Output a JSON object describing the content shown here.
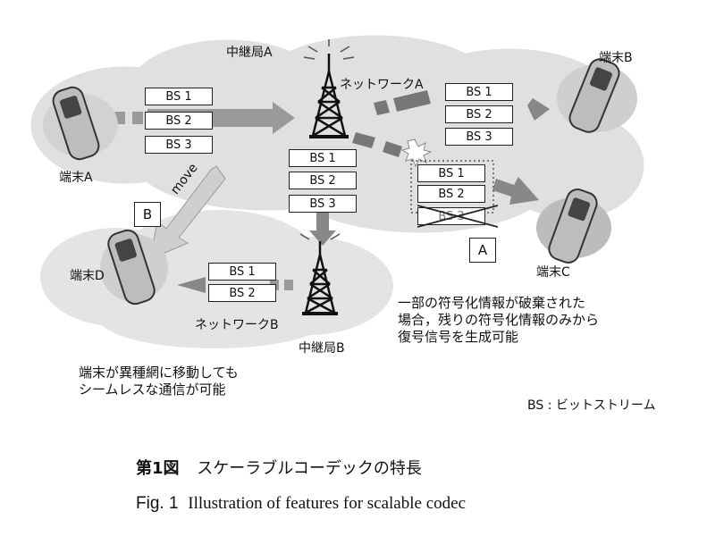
{
  "relay": {
    "a": "中継局A",
    "b": "中継局B"
  },
  "networks": {
    "a": "ネットワークA",
    "b": "ネットワークB"
  },
  "terminals": {
    "a": "端末A",
    "b": "端末B",
    "c": "端末C",
    "d": "端末D"
  },
  "bitstreams": {
    "from_a": [
      "BS 1",
      "BS 2",
      "BS 3"
    ],
    "to_b": [
      "BS 1",
      "BS 2",
      "BS 3"
    ],
    "down_to_relay_b": [
      "BS 1",
      "BS 2",
      "BS 3"
    ],
    "to_c": [
      "BS 1",
      "BS 2",
      "BS 3"
    ],
    "to_d": [
      "BS 1",
      "BS 2"
    ]
  },
  "markers": {
    "a": "A",
    "b": "B"
  },
  "move_label": "move",
  "note_a": [
    "一部の符号化情報が破棄された",
    "場合，残りの符号化情報のみから",
    "復号信号を生成可能"
  ],
  "note_b": [
    "端末が異種網に移動しても",
    "シームレスな通信が可能"
  ],
  "legend": "BS : ビットストリーム",
  "caption_ja": {
    "number": "第1図",
    "text": "スケーラブルコーデックの特長"
  },
  "caption_en": {
    "number": "Fig. 1",
    "text": "Illustration of features for scalable codec"
  }
}
